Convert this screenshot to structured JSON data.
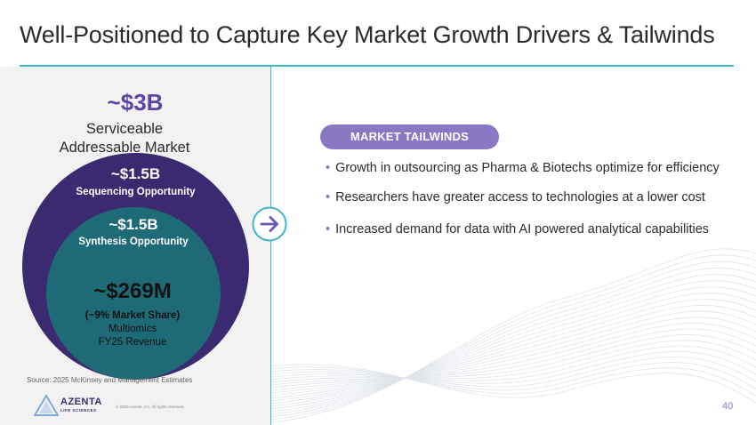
{
  "slide": {
    "title": "Well-Positioned to Capture Key Market Growth Drivers & Tailwinds",
    "page_number": "40"
  },
  "market": {
    "tam_value": "~$3B",
    "tam_label_line1": "Serviceable",
    "tam_label_line2": "Addressable Market",
    "sequencing_value": "~$1.5B",
    "sequencing_label": "Sequencing Opportunity",
    "synthesis_value": "~$1.5B",
    "synthesis_label": "Synthesis Opportunity",
    "revenue_value": "~$269M",
    "revenue_share": "(~9% Market Share)",
    "revenue_line1": "Multiomics",
    "revenue_line2": "FY25 Revenue"
  },
  "source": "Source: 2025 McKinsey and Management Estimates",
  "footer": {
    "logo_name": "AZENTA",
    "logo_sub": "LIFE SCIENCES",
    "copyright": "© 2025 Azenta, Inc. All rights reserved."
  },
  "tailwinds": {
    "heading": "MARKET TAILWINDS",
    "items": [
      "Growth in outsourcing as Pharma & Biotechs optimize for efficiency",
      "Researchers have greater access to technologies at a lower cost",
      "Increased demand for data with AI powered analytical capabilities"
    ]
  },
  "colors": {
    "accent_teal": "#3fb6c9",
    "purple_dark": "#3b2a6f",
    "teal_dark": "#1e6b77",
    "purple_light": "#8a78c4",
    "tam_purple": "#5d44a6"
  },
  "icons": {
    "arrow": "arrow-right-icon",
    "logo": "azenta-logo-icon"
  }
}
